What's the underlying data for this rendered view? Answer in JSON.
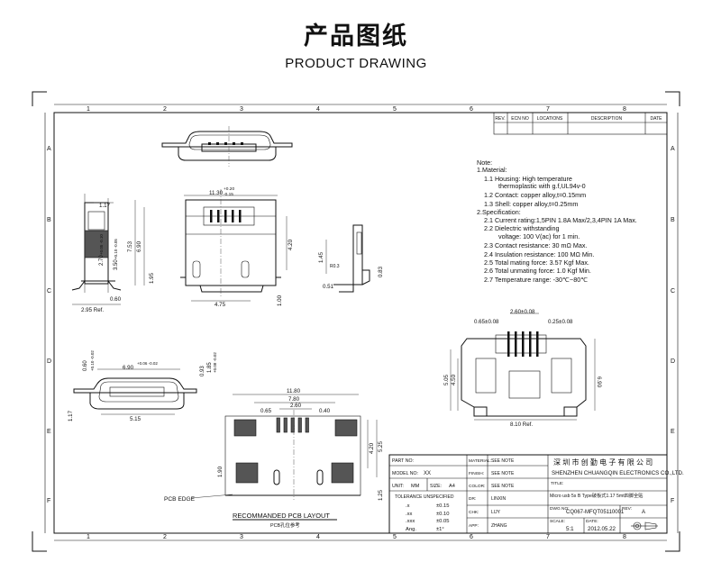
{
  "header": {
    "title_cn": "产品图纸",
    "title_en": "PRODUCT DRAWING"
  },
  "frame": {
    "col_numbers": [
      "1",
      "2",
      "3",
      "4",
      "5",
      "6",
      "7",
      "8"
    ],
    "row_letters": [
      "A",
      "B",
      "C",
      "D",
      "E",
      "F"
    ]
  },
  "revision_table": {
    "headers": [
      "REV.",
      "ECN NO",
      "LOCATIONS",
      "DESCRIPTION",
      "DATE"
    ]
  },
  "notes": {
    "lines": [
      "Note:",
      "1.Material:",
      "1.1  Housing: High temperature",
      "thermoplastic with g.f,UL94v-0",
      "1.2  Contact: copper alloy,t=0.15mm",
      "1.3  Shell: copper alloy,t=0.25mm",
      "2.Specification:",
      "2.1  Current rating:1,5PIN 1.8A Max/2,3,4PIN 1A Max.",
      "2.2  Dielectric withstanding",
      "voltage: 100 V(ac) for 1 min.",
      "2.3  Contact resistance: 30 mΩ Max.",
      "2.4  Insulation resistance: 100 MΩ Min.",
      "2.5  Total mating force: 3.57 Kgf Max.",
      "2.6  Total unmating force: 1.0 Kgf Min.",
      "2.7  Temperature range: -30℃~80℃"
    ]
  },
  "dimensions": {
    "top_width": "11.30",
    "top_tol_up": "+0.20",
    "top_tol_dn": "-0.15",
    "side_117": "1.17",
    "side_270": "2.70",
    "side_270_tol": "+0.05 -0.10",
    "side_350": "3.50",
    "side_350_tol": "+0.10 -0.05",
    "side_060": "0.60",
    "side_295": "2.95 Ref.",
    "front_753": "7.53",
    "front_690": "6.90",
    "front_195": "1.95",
    "front_475": "4.75",
    "front_420": "4.20",
    "front_100": "1.00",
    "right_145": "1.45",
    "right_051": "0.51",
    "right_083": "0.83",
    "right_angle": "R0.3",
    "br_260": "2.60±0.08",
    "br_065": "0.65±0.08",
    "br_025": "0.25±0.08",
    "br_505": "5.05",
    "br_450": "4.50",
    "br_690": "6.90",
    "br_810": "8.10 Ref.",
    "end_690": "6.90",
    "end_690_tol": "+0.06 -0.02",
    "end_515": "5.15",
    "end_117": "1.17",
    "end_060": "0.60",
    "end_060_tol": "+0.10 -0.02",
    "end_093": "0.93",
    "end_185": "1.85",
    "end_185_tol": "+0.08 -0.02",
    "pcb_1180": "11.80",
    "pcb_780": "7.80",
    "pcb_260": "2.60",
    "pcb_065": "0.65",
    "pcb_040": "0.40",
    "pcb_420": "4.20",
    "pcb_525": "5.25",
    "pcb_190": "1.90",
    "pcb_125": "1.25"
  },
  "pcb_layout": {
    "edge_label": "PCB EDGE",
    "caption": "RECOMMANDED PCB LAYOUT",
    "caption_cn": "PCB孔位参考"
  },
  "title_block": {
    "part_no_label": "PART NO:",
    "model_no_label": "MODEL NO:",
    "model_no_value": "XX",
    "unit_label": "UNIT:",
    "unit_value": "MM",
    "size_label": "SIZE:",
    "size_value": "A4",
    "tolerance_label": "TOLERANCE UNSPECIFIED",
    "tolerances": [
      {
        "k": ".x",
        "v": "±0.15"
      },
      {
        "k": ".xx",
        "v": "±0.10"
      },
      {
        "k": ".xxx",
        "v": "±0.05"
      },
      {
        "k": "Ang.",
        "v": "±1°"
      }
    ],
    "material_label": "MATERIAL:",
    "material_value": "SEE NOTE",
    "finish_label": "FINISH:",
    "finish_value": "SEE NOTE",
    "color_label": "COLOR:",
    "color_value": "SEE NOTE",
    "dr_label": "DR:",
    "dr_value": "LINXIN",
    "chk_label": "CHK:",
    "chk_value": "LIJY",
    "app_label": "APP:",
    "app_value": "ZHANG",
    "company_cn": "深 圳 市 创 勤 电 子 有 限 公 司",
    "company_en": "SHENZHEN CHUANGQIN ELECTRONICS CO.,LTD.",
    "title_label": "TITLE:",
    "title_value": "Micro usb 5s B Type破板式1.17 5mt四脚全贴",
    "dwg_label": "DWG NO:",
    "dwg_value": "CQ067-MFQT05110001",
    "rev_label": "REV:",
    "rev_value": "A",
    "scale_label": "SCALE:",
    "scale_value": "5:1",
    "date_label": "DATE:",
    "date_value": "2012.05.22"
  }
}
